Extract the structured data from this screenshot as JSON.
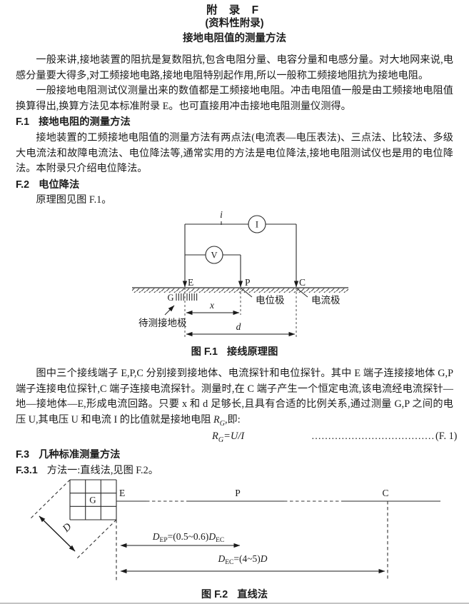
{
  "document": {
    "appendix_heading": "附 录 F",
    "appendix_type": "(资料性附录)",
    "title": "接地电阻值的测量方法",
    "para_intro1": "一般来讲,接地装置的阻抗是复数阻抗,包含电阻分量、电容分量和电感分量。对大地网来说,电感分量要大得多,对工频接地电路,接地电阻特别起作用,所以一般称工频接地阻抗为接地电阻。",
    "para_intro2": "一般接地电阻测试仪测量出来的数值都是工频接地电阻。冲击电阻值一般是由工频接地电阻值换算得出,换算方法见本标准附录 E。也可直接用冲击接地电阻测量仪测得。",
    "f1_num": "F.1",
    "f1_title": "接地电阻的测量方法",
    "f1_para": "接地装置的工频接地电阻值的测量方法有两点法(电流表—电压表法)、三点法、比较法、多级大电流法和故障电流法、电位降法等,通常实用的方法是电位降法,接地电阻测试仪也是用的电位降法。本附录只介绍电位降法。",
    "f2_num": "F.2",
    "f2_title": "电位降法",
    "f2_para": "原理图见图 F.1。",
    "f2_para_after_a": "图中三个接线端子 E,P,C 分别接到接地体、电流探针和电位探针。其中 E 端子连接接地体 G,P 端子连接电位探针,C 端子连接电流探针。测量时,在 C 端子产生一个恒定电流,该电流经电流探针—地—接地体—E,形成电流回路。只要 x 和 d 足够长,且具有合适的比例关系,通过测量 G,P 之间的电压 U,其电压 U 和电流 I 的比值就是接地电阻 ",
    "f2_para_var": "R",
    "f2_para_sub": "G",
    "f2_para_after_b": ",即:",
    "f3_num": "F.3",
    "f3_title": "几种标准测量方法",
    "f31_num": "F.3.1",
    "f31_text": "方法一:直线法,见图 F.2。",
    "formula": {
      "lhs": "R",
      "lhs_sub": "G",
      "rhs": "=U/I",
      "dots": "………………………………………………………………",
      "number": "(F. 1)"
    }
  },
  "figure1": {
    "caption_num": "图 F.1",
    "caption_title": "接线原理图",
    "labels": {
      "current_small": "i",
      "ammeter": "I",
      "voltmeter": "V",
      "terminal_e": "E",
      "terminal_p": "P",
      "terminal_c": "C",
      "electrode_g": "G",
      "dist_x": "x",
      "dist_d": "d",
      "potential_electrode": "电位极",
      "current_electrode": "电流极",
      "tested_ground_electrode": "待测接地极"
    }
  },
  "figure2": {
    "caption_num": "图 F.2",
    "caption_title": "直线法",
    "labels": {
      "grid_g": "G",
      "point_e": "E",
      "point_p": "P",
      "point_c": "C",
      "diagonal_d": "D"
    },
    "dim_ep": {
      "d1": "D",
      "s1": "EP",
      "mid": "=(0.5~0.6)",
      "d2": "D",
      "s2": "EC"
    },
    "dim_ec": {
      "d1": "D",
      "s1": "EC",
      "mid": "=(4~5)",
      "d2": "D"
    }
  }
}
